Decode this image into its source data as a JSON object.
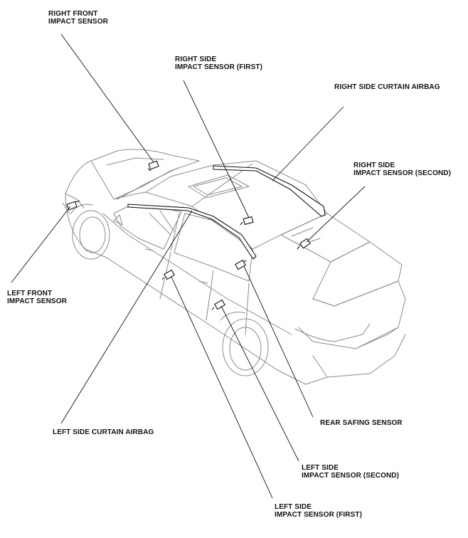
{
  "labels": {
    "right_front": {
      "line1": "RIGHT FRONT",
      "line2": "IMPACT SENSOR"
    },
    "right_side_first": {
      "line1": "RIGHT SIDE",
      "line2": "IMPACT SENSOR (FIRST)"
    },
    "right_curtain": {
      "line1": "RIGHT SIDE CURTAIN AIRBAG"
    },
    "right_side_second": {
      "line1": "RIGHT SIDE",
      "line2": "IMPACT SENSOR (SECOND)"
    },
    "left_front": {
      "line1": "LEFT FRONT",
      "line2": "IMPACT SENSOR"
    },
    "left_curtain": {
      "line1": "LEFT SIDE CURTAIN AIRBAG"
    },
    "rear_safing": {
      "line1": "REAR SAFING SENSOR"
    },
    "left_side_second": {
      "line1": "LEFT SIDE",
      "line2": "IMPACT SENSOR (SECOND)"
    },
    "left_side_first": {
      "line1": "LEFT SIDE",
      "line2": "IMPACT SENSOR (FIRST)"
    }
  },
  "colors": {
    "ink": "#111111",
    "outline": "#8a8a8a",
    "body_fill": "#ffffff"
  }
}
